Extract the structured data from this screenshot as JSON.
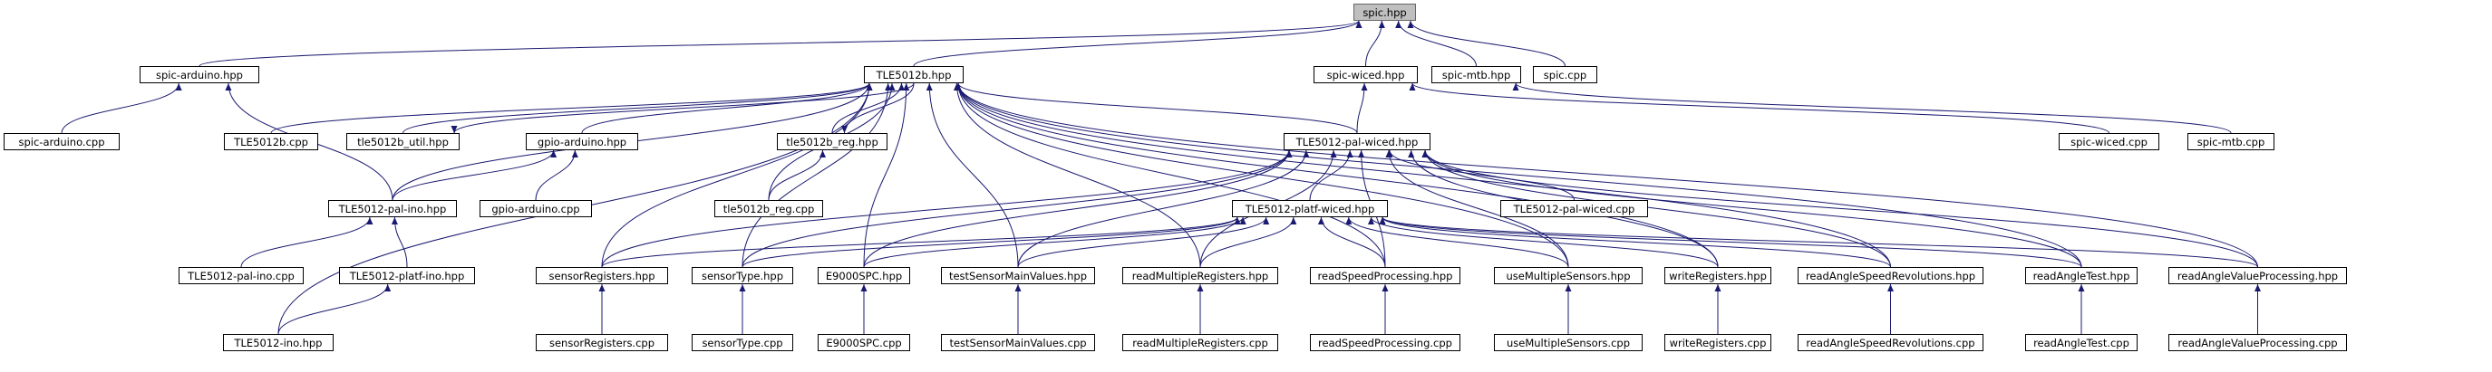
{
  "graph": {
    "root": "spic.hpp",
    "nodes": [
      {
        "id": "spic_hpp",
        "label": "spic.hpp",
        "root": true
      },
      {
        "id": "spic_arduino_hpp",
        "label": "spic-arduino.hpp"
      },
      {
        "id": "tle5012b_hpp",
        "label": "TLE5012b.hpp"
      },
      {
        "id": "spic_wiced_hpp",
        "label": "spic-wiced.hpp"
      },
      {
        "id": "spic_mtb_hpp",
        "label": "spic-mtb.hpp"
      },
      {
        "id": "spic_cpp",
        "label": "spic.cpp"
      },
      {
        "id": "spic_arduino_cpp",
        "label": "spic-arduino.cpp"
      },
      {
        "id": "tle5012b_cpp",
        "label": "TLE5012b.cpp"
      },
      {
        "id": "tle5012b_util_hpp",
        "label": "tle5012b_util.hpp"
      },
      {
        "id": "gpio_arduino_hpp",
        "label": "gpio-arduino.hpp"
      },
      {
        "id": "tle5012b_reg_hpp",
        "label": "tle5012b_reg.hpp"
      },
      {
        "id": "pal_wiced_hpp",
        "label": "TLE5012-pal-wiced.hpp"
      },
      {
        "id": "spic_wiced_cpp",
        "label": "spic-wiced.cpp"
      },
      {
        "id": "spic_mtb_cpp",
        "label": "spic-mtb.cpp"
      },
      {
        "id": "tle5012b_reg_cpp",
        "label": "tle5012b_reg.cpp"
      },
      {
        "id": "gpio_arduino_cpp",
        "label": "gpio-arduino.cpp"
      },
      {
        "id": "pal_ino_hpp",
        "label": "TLE5012-pal-ino.hpp"
      },
      {
        "id": "platf_wiced_hpp",
        "label": "TLE5012-platf-wiced.hpp"
      },
      {
        "id": "pal_wiced_cpp",
        "label": "TLE5012-pal-wiced.cpp"
      },
      {
        "id": "pal_ino_cpp",
        "label": "TLE5012-pal-ino.cpp"
      },
      {
        "id": "platf_ino_hpp",
        "label": "TLE5012-platf-ino.hpp"
      },
      {
        "id": "sensorregisters_hpp",
        "label": "sensorRegisters.hpp"
      },
      {
        "id": "sensortype_hpp",
        "label": "sensorType.hpp"
      },
      {
        "id": "e9000spc_hpp",
        "label": "E9000SPC.hpp"
      },
      {
        "id": "testsensormainvalues_hpp",
        "label": "testSensorMainValues.hpp"
      },
      {
        "id": "readmultipleregisters_hpp",
        "label": "readMultipleRegisters.hpp"
      },
      {
        "id": "readspeedprocessing_hpp",
        "label": "readSpeedProcessing.hpp"
      },
      {
        "id": "usemultiplesensors_hpp",
        "label": "useMultipleSensors.hpp"
      },
      {
        "id": "writeregisters_hpp",
        "label": "writeRegisters.hpp"
      },
      {
        "id": "readanglespeedrevolutions_hpp",
        "label": "readAngleSpeedRevolutions.hpp"
      },
      {
        "id": "readangletest_hpp",
        "label": "readAngleTest.hpp"
      },
      {
        "id": "readanglevalueprocessing_hpp",
        "label": "readAngleValueProcessing.hpp"
      },
      {
        "id": "tle5012_ino_hpp",
        "label": "TLE5012-ino.hpp"
      },
      {
        "id": "sensorregisters_cpp",
        "label": "sensorRegisters.cpp"
      },
      {
        "id": "sensortype_cpp",
        "label": "sensorType.cpp"
      },
      {
        "id": "e9000spc_cpp",
        "label": "E9000SPC.cpp"
      },
      {
        "id": "testsensormainvalues_cpp",
        "label": "testSensorMainValues.cpp"
      },
      {
        "id": "readmultipleregisters_cpp",
        "label": "readMultipleRegisters.cpp"
      },
      {
        "id": "readspeedprocessing_cpp",
        "label": "readSpeedProcessing.cpp"
      },
      {
        "id": "usemultiplesensors_cpp",
        "label": "useMultipleSensors.cpp"
      },
      {
        "id": "writeregisters_cpp",
        "label": "writeRegisters.cpp"
      },
      {
        "id": "readanglespeedrevolutions_cpp",
        "label": "readAngleSpeedRevolutions.cpp"
      },
      {
        "id": "readangletest_cpp",
        "label": "readAngleTest.cpp"
      },
      {
        "id": "readanglevalueprocessing_cpp",
        "label": "readAngleValueProcessing.cpp"
      }
    ],
    "edges": [
      [
        "spic_arduino_hpp",
        "spic_hpp"
      ],
      [
        "tle5012b_hpp",
        "spic_hpp"
      ],
      [
        "spic_wiced_hpp",
        "spic_hpp"
      ],
      [
        "spic_mtb_hpp",
        "spic_hpp"
      ],
      [
        "spic_cpp",
        "spic_hpp"
      ],
      [
        "spic_arduino_cpp",
        "spic_arduino_hpp"
      ],
      [
        "pal_ino_hpp",
        "spic_arduino_hpp"
      ],
      [
        "tle5012b_cpp",
        "tle5012b_hpp"
      ],
      [
        "tle5012b_util_hpp",
        "tle5012b_hpp"
      ],
      [
        "gpio_arduino_hpp",
        "tle5012b_hpp"
      ],
      [
        "tle5012b_reg_hpp",
        "tle5012b_hpp"
      ],
      [
        "pal_wiced_hpp",
        "tle5012b_hpp"
      ],
      [
        "tle5012b_reg_cpp",
        "tle5012b_hpp"
      ],
      [
        "pal_ino_hpp",
        "tle5012b_hpp"
      ],
      [
        "tle5012_ino_hpp",
        "tle5012b_hpp"
      ],
      [
        "sensorregisters_hpp",
        "tle5012b_hpp"
      ],
      [
        "sensortype_hpp",
        "tle5012b_hpp"
      ],
      [
        "e9000spc_hpp",
        "tle5012b_hpp"
      ],
      [
        "testsensormainvalues_hpp",
        "tle5012b_hpp"
      ],
      [
        "readmultipleregisters_hpp",
        "tle5012b_hpp"
      ],
      [
        "readspeedprocessing_hpp",
        "tle5012b_hpp"
      ],
      [
        "usemultiplesensors_hpp",
        "tle5012b_hpp"
      ],
      [
        "writeregisters_hpp",
        "tle5012b_hpp"
      ],
      [
        "readanglespeedrevolutions_hpp",
        "tle5012b_hpp"
      ],
      [
        "readangletest_hpp",
        "tle5012b_hpp"
      ],
      [
        "readanglevalueprocessing_hpp",
        "tle5012b_hpp"
      ],
      [
        "tle5012b_hpp",
        "tle5012b_util_hpp"
      ],
      [
        "tle5012b_hpp",
        "tle5012b_reg_hpp"
      ],
      [
        "pal_wiced_hpp",
        "spic_wiced_hpp"
      ],
      [
        "spic_wiced_cpp",
        "spic_wiced_hpp"
      ],
      [
        "spic_mtb_cpp",
        "spic_mtb_hpp"
      ],
      [
        "tle5012b_reg_cpp",
        "tle5012b_reg_hpp"
      ],
      [
        "gpio_arduino_cpp",
        "gpio_arduino_hpp"
      ],
      [
        "pal_ino_hpp",
        "gpio_arduino_hpp"
      ],
      [
        "platf_wiced_hpp",
        "pal_wiced_hpp"
      ],
      [
        "pal_wiced_cpp",
        "pal_wiced_hpp"
      ],
      [
        "sensorregisters_hpp",
        "pal_wiced_hpp"
      ],
      [
        "sensortype_hpp",
        "pal_wiced_hpp"
      ],
      [
        "e9000spc_hpp",
        "pal_wiced_hpp"
      ],
      [
        "testsensormainvalues_hpp",
        "pal_wiced_hpp"
      ],
      [
        "readmultipleregisters_hpp",
        "pal_wiced_hpp"
      ],
      [
        "readspeedprocessing_hpp",
        "pal_wiced_hpp"
      ],
      [
        "usemultiplesensors_hpp",
        "pal_wiced_hpp"
      ],
      [
        "writeregisters_hpp",
        "pal_wiced_hpp"
      ],
      [
        "readanglespeedrevolutions_hpp",
        "pal_wiced_hpp"
      ],
      [
        "readangletest_hpp",
        "pal_wiced_hpp"
      ],
      [
        "readanglevalueprocessing_hpp",
        "pal_wiced_hpp"
      ],
      [
        "pal_ino_cpp",
        "pal_ino_hpp"
      ],
      [
        "platf_ino_hpp",
        "pal_ino_hpp"
      ],
      [
        "tle5012_ino_hpp",
        "platf_ino_hpp"
      ],
      [
        "sensorregisters_hpp",
        "platf_wiced_hpp"
      ],
      [
        "sensortype_hpp",
        "platf_wiced_hpp"
      ],
      [
        "e9000spc_hpp",
        "platf_wiced_hpp"
      ],
      [
        "testsensormainvalues_hpp",
        "platf_wiced_hpp"
      ],
      [
        "readmultipleregisters_hpp",
        "platf_wiced_hpp"
      ],
      [
        "readspeedprocessing_hpp",
        "platf_wiced_hpp"
      ],
      [
        "usemultiplesensors_hpp",
        "platf_wiced_hpp"
      ],
      [
        "writeregisters_hpp",
        "platf_wiced_hpp"
      ],
      [
        "readanglespeedrevolutions_hpp",
        "platf_wiced_hpp"
      ],
      [
        "readangletest_hpp",
        "platf_wiced_hpp"
      ],
      [
        "readanglevalueprocessing_hpp",
        "platf_wiced_hpp"
      ],
      [
        "sensorregisters_cpp",
        "sensorregisters_hpp"
      ],
      [
        "sensortype_cpp",
        "sensortype_hpp"
      ],
      [
        "e9000spc_cpp",
        "e9000spc_hpp"
      ],
      [
        "testsensormainvalues_cpp",
        "testsensormainvalues_hpp"
      ],
      [
        "readmultipleregisters_cpp",
        "readmultipleregisters_hpp"
      ],
      [
        "readspeedprocessing_cpp",
        "readspeedprocessing_hpp"
      ],
      [
        "usemultiplesensors_cpp",
        "usemultiplesensors_hpp"
      ],
      [
        "writeregisters_cpp",
        "writeregisters_hpp"
      ],
      [
        "readanglespeedrevolutions_cpp",
        "readanglespeedrevolutions_hpp"
      ],
      [
        "readangletest_cpp",
        "readangletest_hpp"
      ],
      [
        "readanglevalueprocessing_cpp",
        "readanglevalueprocessing_hpp"
      ]
    ],
    "colors": {
      "edge": "#191970",
      "node_border": "#000000",
      "node_fill": "#ffffff",
      "root_fill": "#bfbfbf",
      "root_border": "#666666"
    }
  }
}
